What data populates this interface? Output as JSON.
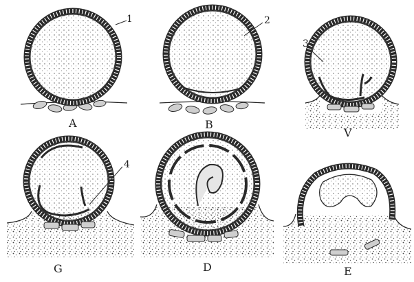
{
  "figure": {
    "panels": [
      {
        "id": "A",
        "label": "A"
      },
      {
        "id": "B",
        "label": "B"
      },
      {
        "id": "V",
        "label": "V"
      },
      {
        "id": "G",
        "label": "G"
      },
      {
        "id": "D",
        "label": "D"
      },
      {
        "id": "E",
        "label": "E"
      }
    ],
    "callouts": [
      {
        "id": "1",
        "label": "1"
      },
      {
        "id": "2",
        "label": "2"
      },
      {
        "id": "3",
        "label": "3"
      },
      {
        "id": "4",
        "label": "4"
      }
    ],
    "colors": {
      "ink": "#2a2a2a",
      "cell_fill": "#d9d9d9",
      "tissue_dots": "#6a6a6a",
      "background": "#ffffff"
    }
  }
}
